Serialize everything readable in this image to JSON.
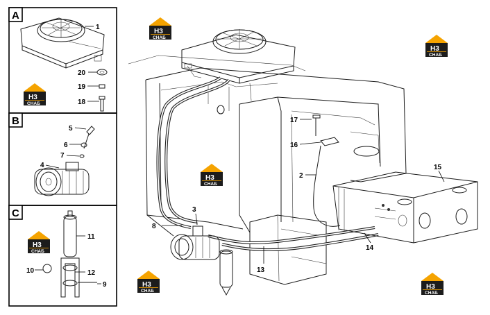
{
  "panels": [
    {
      "letter": "A"
    },
    {
      "letter": "B"
    },
    {
      "letter": "C"
    }
  ],
  "callouts": {
    "a1": "1",
    "a20": "20",
    "a19": "19",
    "a18": "18",
    "b5": "5",
    "b6": "6",
    "b7": "7",
    "b4": "4",
    "c11": "11",
    "c10": "10",
    "c12": "12",
    "c9": "9",
    "m17": "17",
    "m16": "16",
    "m2": "2",
    "m15": "15",
    "m3": "3",
    "m8": "8",
    "m14": "14",
    "m13": "13"
  },
  "logo": {
    "mark": "H3",
    "caption": "CHAБ",
    "colors": {
      "roof": "#f5a300",
      "body": "#1c1c1c",
      "text": "#ffffff"
    }
  }
}
